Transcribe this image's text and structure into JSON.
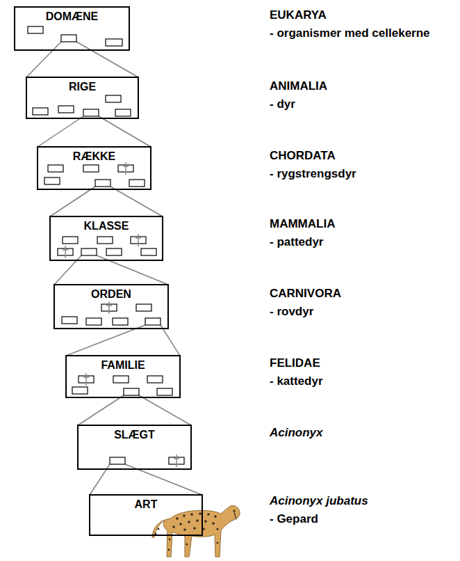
{
  "diagram": {
    "nodes": [
      {
        "text": [
          "DOMÆNE"
        ]
      },
      {
        "text": [
          "RIGE"
        ]
      },
      {
        "text": [
          "RÆKKE"
        ]
      },
      {
        "text": [
          "KLASSE"
        ]
      },
      {
        "text": [
          "ORDEN"
        ]
      },
      {
        "text": [
          "FAMILIE"
        ]
      },
      {
        "text": [
          "SLÆGT"
        ]
      },
      {
        "text": [
          "ART"
        ]
      }
    ],
    "edges": [
      {
        "from": 0,
        "to": 1,
        "arrow": "none"
      },
      {
        "from": 1,
        "to": 2,
        "arrow": "none"
      },
      {
        "from": 2,
        "to": 3,
        "arrow": "none"
      },
      {
        "from": 3,
        "to": 4,
        "arrow": "none"
      },
      {
        "from": 4,
        "to": 5,
        "arrow": "none"
      },
      {
        "from": 5,
        "to": 6,
        "arrow": "none"
      },
      {
        "from": 6,
        "to": 7,
        "arrow": "none"
      }
    ],
    "labels": [
      "EUKARYA",
      "- organismer med cellekerne",
      "ANIMALIA",
      "- dyr",
      "CHORDATA",
      "- rygstrengsdyr",
      "MAMMALIA",
      "- pattedyr",
      "CARNIVORA",
      "- rovdyr",
      "FELIDAE",
      "- kattedyr",
      "Acinonyx",
      "Acinonyx jubatus",
      "- Gepard"
    ]
  }
}
